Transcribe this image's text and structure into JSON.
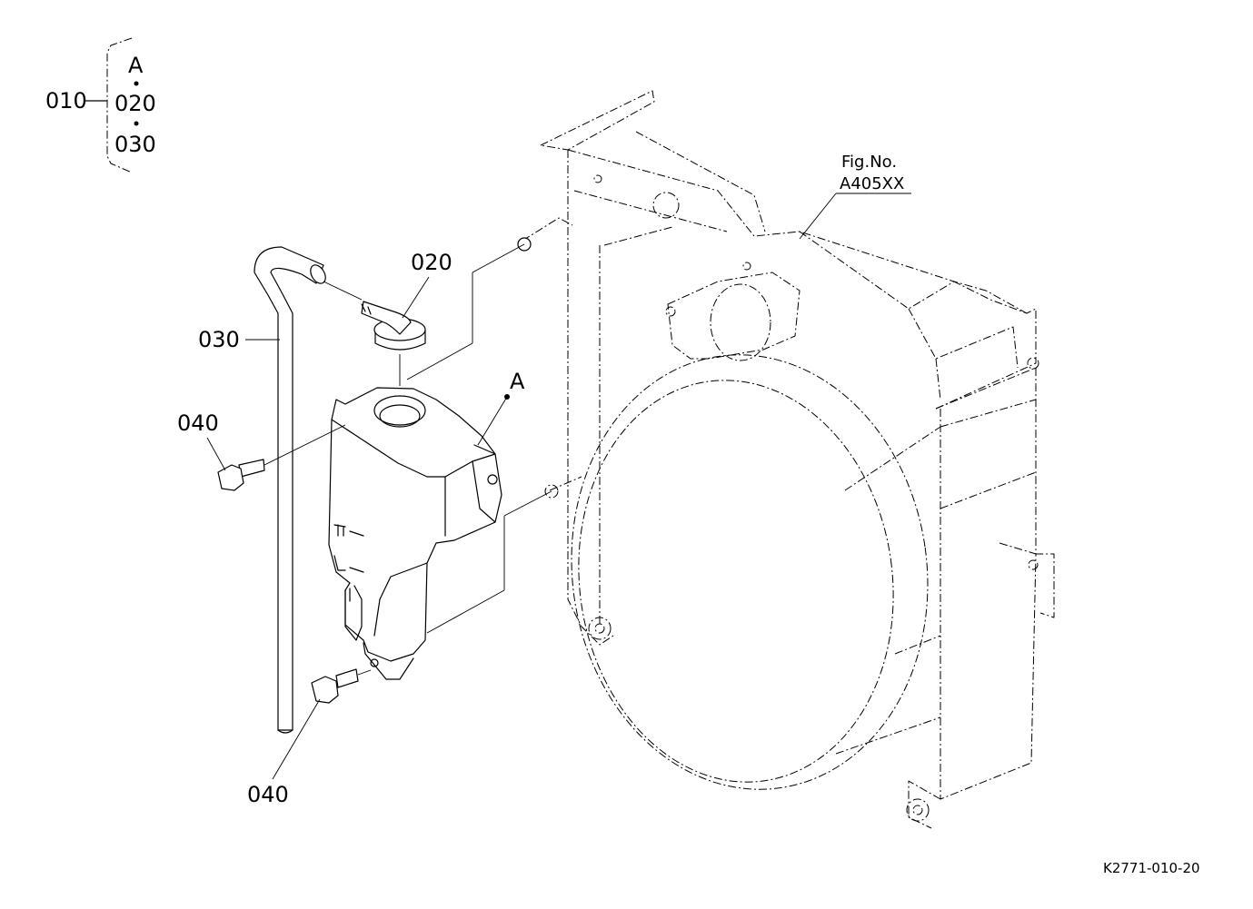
{
  "legend": {
    "assembly": "010",
    "members": [
      "A",
      "020",
      "030"
    ]
  },
  "callouts": {
    "part_020": "020",
    "part_030": "030",
    "part_040_upper": "040",
    "part_040_lower": "040",
    "point_a": "A"
  },
  "figure_ref": {
    "line1": "Fig.No.",
    "line2": "A405XX"
  },
  "drawing_code": "K2771-010-20"
}
